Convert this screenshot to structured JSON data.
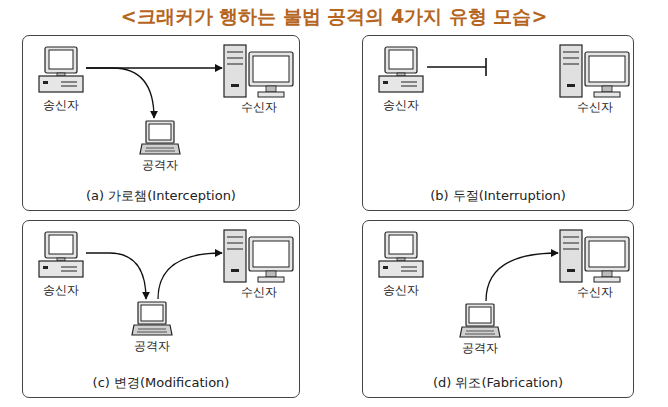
{
  "diagram": {
    "title": "<크래커가 행하는 불법 공격의 4가지 유형 모습>",
    "nodes": [
      {
        "text": [
          "(a) 가로챔(Interception)"
        ]
      },
      {
        "text": [
          "송신자"
        ],
        "in": 0
      },
      {
        "text": [
          "수신자"
        ],
        "in": 0
      },
      {
        "text": [
          "공격자"
        ],
        "in": 0
      },
      {
        "text": [
          "(b) 두절(Interruption)"
        ]
      },
      {
        "text": [
          "송신자"
        ],
        "in": 4
      },
      {
        "text": [
          "수신자"
        ],
        "in": 4
      },
      {
        "text": [
          "(c) 변경(Modification)"
        ]
      },
      {
        "text": [
          "송신자"
        ],
        "in": 7
      },
      {
        "text": [
          "수신자"
        ],
        "in": 7
      },
      {
        "text": [
          "공격자"
        ],
        "in": 7
      },
      {
        "text": [
          "(d) 위조(Fabrication)"
        ]
      },
      {
        "text": [
          "송신자"
        ],
        "in": 11
      },
      {
        "text": [
          "수신자"
        ],
        "in": 11
      },
      {
        "text": [
          "공격자"
        ],
        "in": 11
      }
    ],
    "edges": [
      {
        "from": 1,
        "to": 2,
        "arrow": "to"
      },
      {
        "from": 1,
        "to": 3,
        "arrow": "to"
      },
      {
        "from": 8,
        "to": 10,
        "arrow": "to"
      },
      {
        "from": 10,
        "to": 9,
        "arrow": "to"
      },
      {
        "from": 14,
        "to": 13,
        "arrow": "to"
      }
    ]
  }
}
